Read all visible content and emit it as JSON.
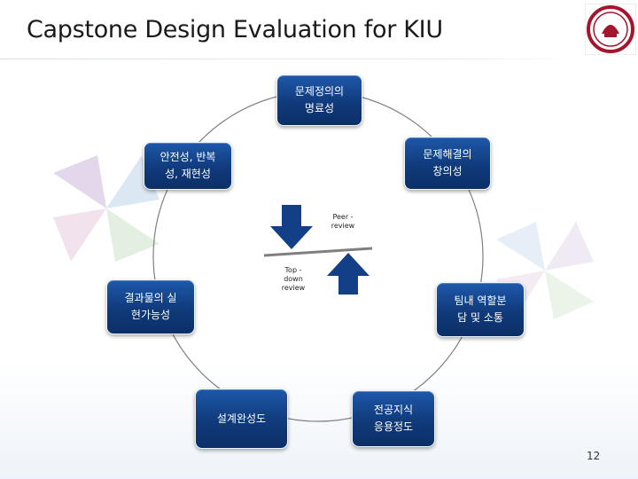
{
  "slide": {
    "title": "Capstone Design Evaluation for KIU",
    "page_number": "12"
  },
  "boxes": {
    "top": "문제정의의\n명료성",
    "upper_right": "문제해결의\n창의성",
    "upper_left": "안전성, 반복\n성, 재현성",
    "middle_left": "결과물의 실\n현가능성",
    "middle_right": "팀내 역할분\n담 및 소통",
    "bottom_left": "설계완성도",
    "bottom_right": "전공지식\n응용정도"
  },
  "review_labels": {
    "peer": "Peer -\nreview",
    "top_down": "Top -\ndown\nreview"
  },
  "colors": {
    "box_fill": "#123f86",
    "box_border": "#ffffff",
    "arrow_fill": "#123f86",
    "circle_stroke": "#7f7f7f",
    "divider": "#7f7f7f"
  },
  "icons": {
    "peer_review_arrow": "down-arrow-icon",
    "top_down_review_arrow": "up-arrow-icon",
    "logo": "university-seal-icon"
  }
}
